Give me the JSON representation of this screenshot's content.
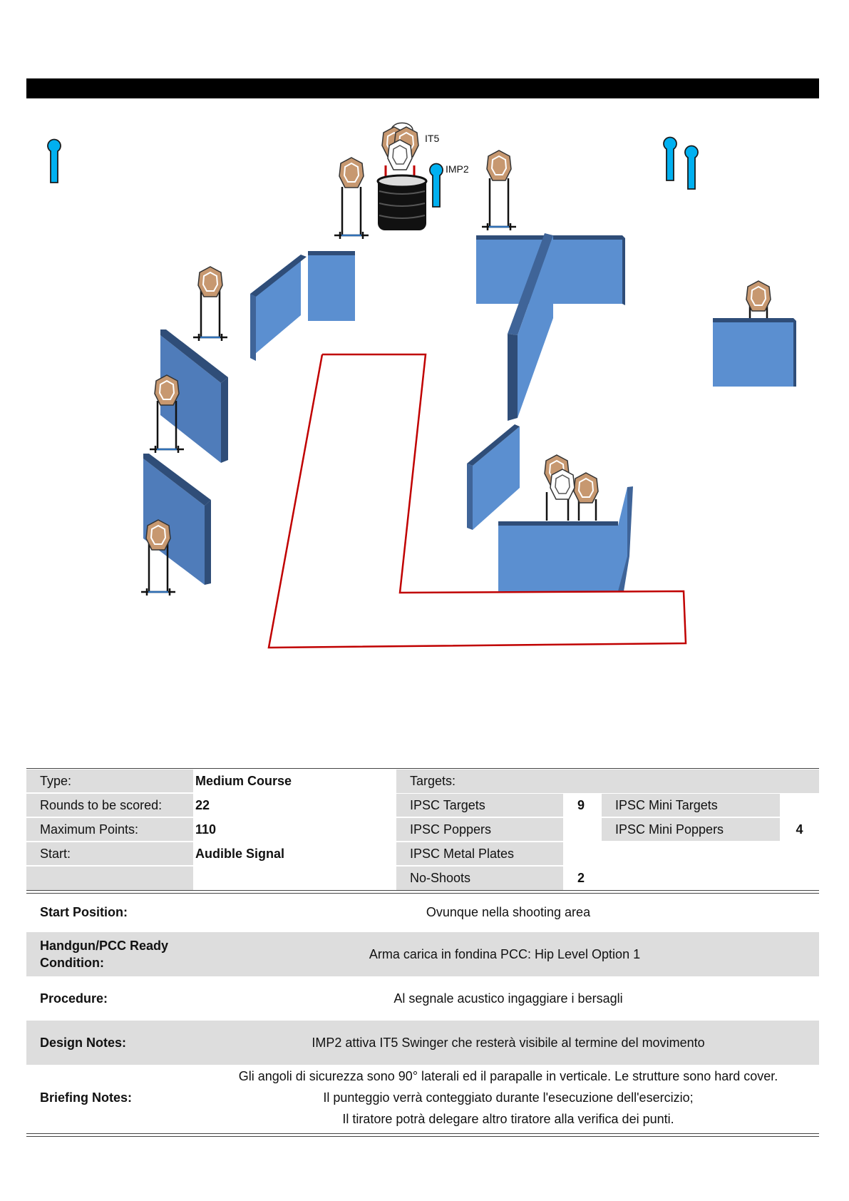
{
  "diagram": {
    "labels": {
      "it5": "IT5",
      "imp2": "IMP2"
    },
    "colors": {
      "wall_front": "#5b8fd0",
      "wall_side": "#2f4d78",
      "wall_shade": "#3f6498",
      "target": "#c79870",
      "popper": "#00b0f0",
      "fault_line": "#c00000"
    }
  },
  "stage_info": {
    "type_label": "Type:",
    "type_value": "Medium Course",
    "rounds_label": "Rounds to be scored:",
    "rounds_value": "22",
    "max_points_label": "Maximum Points:",
    "max_points_value": "110",
    "start_label": "Start:",
    "start_value": "Audible Signal",
    "targets_header": "Targets:",
    "ipsc_targets_label": "IPSC Targets",
    "ipsc_targets_value": "9",
    "ipsc_poppers_label": "IPSC Poppers",
    "ipsc_metal_plates_label": "IPSC Metal Plates",
    "no_shoots_label": "No-Shoots",
    "no_shoots_value": "2",
    "mini_targets_label": "IPSC Mini Targets",
    "mini_poppers_label": "IPSC Mini Poppers",
    "mini_poppers_value": "4"
  },
  "notes": {
    "start_position_label": "Start Position:",
    "start_position_value": "Ovunque nella shooting area",
    "ready_condition_label": "Handgun/PCC Ready Condition:",
    "ready_condition_value": "Arma carica in fondina PCC: Hip Level Option 1",
    "procedure_label": "Procedure:",
    "procedure_value": "Al segnale acustico ingaggiare i bersagli",
    "design_notes_label": "Design Notes:",
    "design_notes_value": "IMP2 attiva IT5 Swinger che resterà visibile al termine del movimento",
    "briefing_notes_label": "Briefing Notes:",
    "briefing_notes_lines": [
      "Gli angoli di sicurezza sono 90° laterali ed il parapalle in verticale. Le strutture sono hard cover.",
      "Il punteggio verrà conteggiato durante l'esecuzione dell'esercizio;",
      "Il tiratore potrà delegare altro tiratore alla verifica dei punti."
    ]
  }
}
